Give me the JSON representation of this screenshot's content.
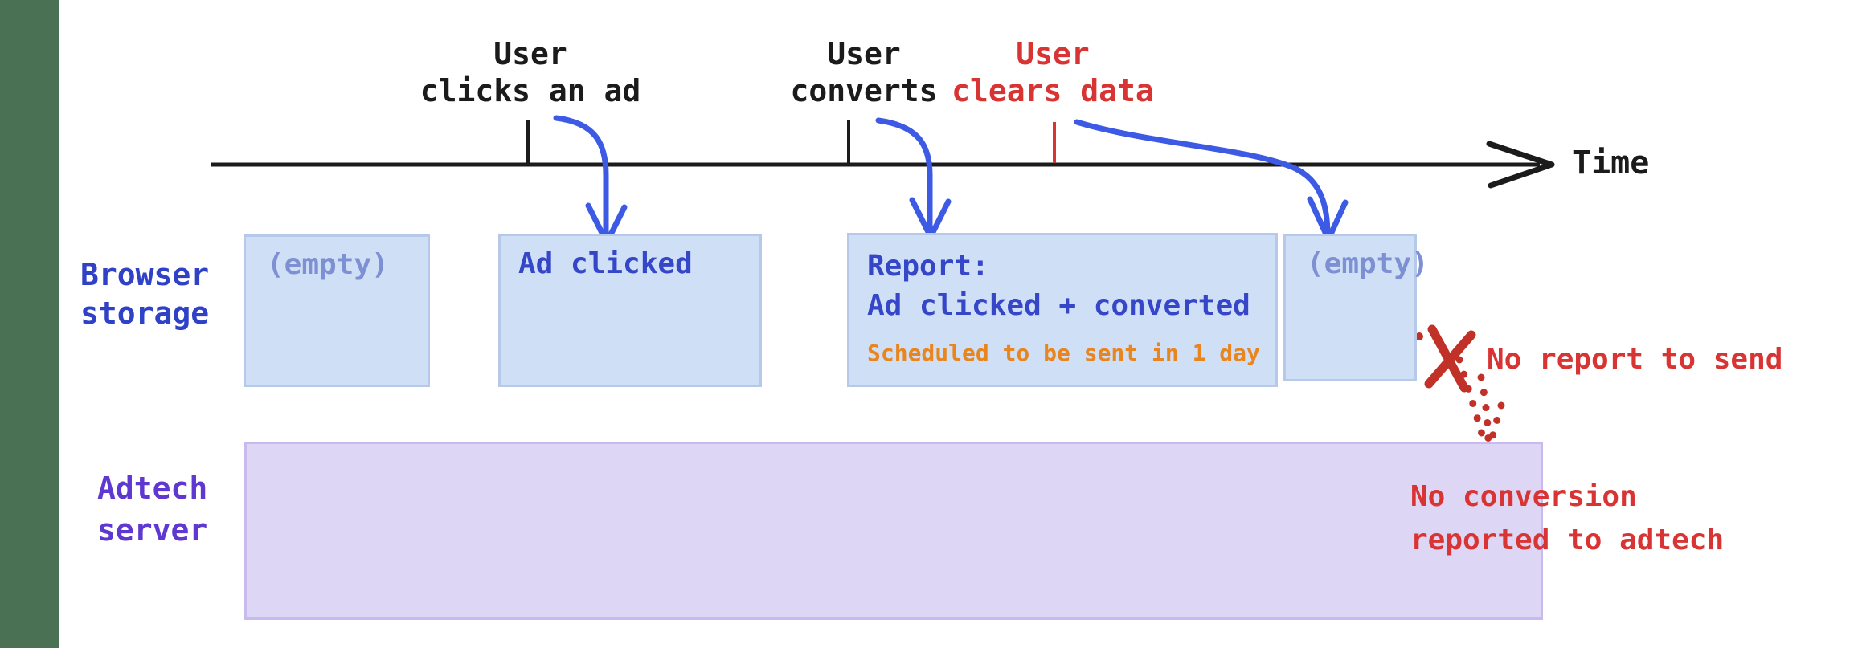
{
  "colors": {
    "bar-green": "#4a7153",
    "ink": "#1b1b1b",
    "red": "#d93434",
    "red-dark": "#c23128",
    "blue-arrow": "#3c5ae4",
    "blue-label": "#2f41c6",
    "blue-box-fill": "#cfe0f6",
    "blue-box-border": "#b7c9e9",
    "blue-box-text": "#3546c9",
    "muted-blue": "#7e90d4",
    "orange": "#e8851f",
    "purple-label": "#5f38d2",
    "purple-box-fill": "#ded6f5",
    "purple-box-border": "#c9baee"
  },
  "timeline": {
    "axis_label": "Time",
    "events": [
      {
        "line1": "User",
        "line2": "clicks an ad"
      },
      {
        "line1": "User",
        "line2": "converts"
      },
      {
        "line1": "User",
        "line2": "clears data"
      }
    ]
  },
  "rows": {
    "browser": {
      "line1": "Browser",
      "line2": "storage"
    },
    "adtech": {
      "line1": "Adtech",
      "line2": "server"
    }
  },
  "storage_boxes": {
    "empty1": "(empty)",
    "ad_clicked": "Ad clicked",
    "report": {
      "title": "Report:",
      "detail": "Ad clicked + converted",
      "note": "Scheduled to be sent in 1 day"
    },
    "empty2": "(empty)"
  },
  "annotations": {
    "no_report": "No report to send",
    "no_conversion_line1": "No conversion",
    "no_conversion_line2": "reported to adtech"
  }
}
